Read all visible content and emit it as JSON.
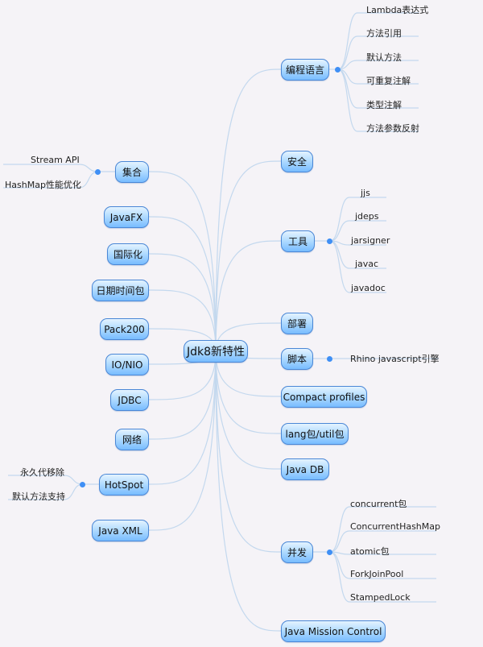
{
  "center": "Jdk8新特性",
  "right": {
    "lang": {
      "label": "编程语言",
      "children": [
        "Lambda表达式",
        "方法引用",
        "默认方法",
        "可重复注解",
        "类型注解",
        "方法参数反射"
      ]
    },
    "security": {
      "label": "安全"
    },
    "tools": {
      "label": "工具",
      "children": [
        "jjs",
        "jdeps",
        "jarsigner",
        "javac",
        "javadoc"
      ]
    },
    "deploy": {
      "label": "部署"
    },
    "script": {
      "label": "脚本",
      "children": [
        "Rhino javascript引擎"
      ]
    },
    "compact": {
      "label": "Compact profiles"
    },
    "langutil": {
      "label": "lang包/util包"
    },
    "javadb": {
      "label": "Java DB"
    },
    "concurrency": {
      "label": "并发",
      "children": [
        "concurrent包",
        "ConcurrentHashMap",
        "atomic包",
        "ForkJoinPool",
        "StampedLock"
      ]
    },
    "jmc": {
      "label": "Java Mission Control"
    }
  },
  "left": {
    "collections": {
      "label": "集合",
      "children": [
        "Stream API",
        "HashMap性能优化"
      ]
    },
    "javafx": {
      "label": "JavaFX"
    },
    "i18n": {
      "label": "国际化"
    },
    "datetime": {
      "label": "日期时间包"
    },
    "pack200": {
      "label": "Pack200"
    },
    "nio": {
      "label": "IO/NIO"
    },
    "jdbc": {
      "label": "JDBC"
    },
    "network": {
      "label": "网络"
    },
    "hotspot": {
      "label": "HotSpot",
      "children": [
        "永久代移除",
        "默认方法支持"
      ]
    },
    "javaxml": {
      "label": "Java XML"
    }
  },
  "colors": {
    "line": "#c3d8ee",
    "dot": "#3f8ff5",
    "border": "#4a87d6"
  }
}
